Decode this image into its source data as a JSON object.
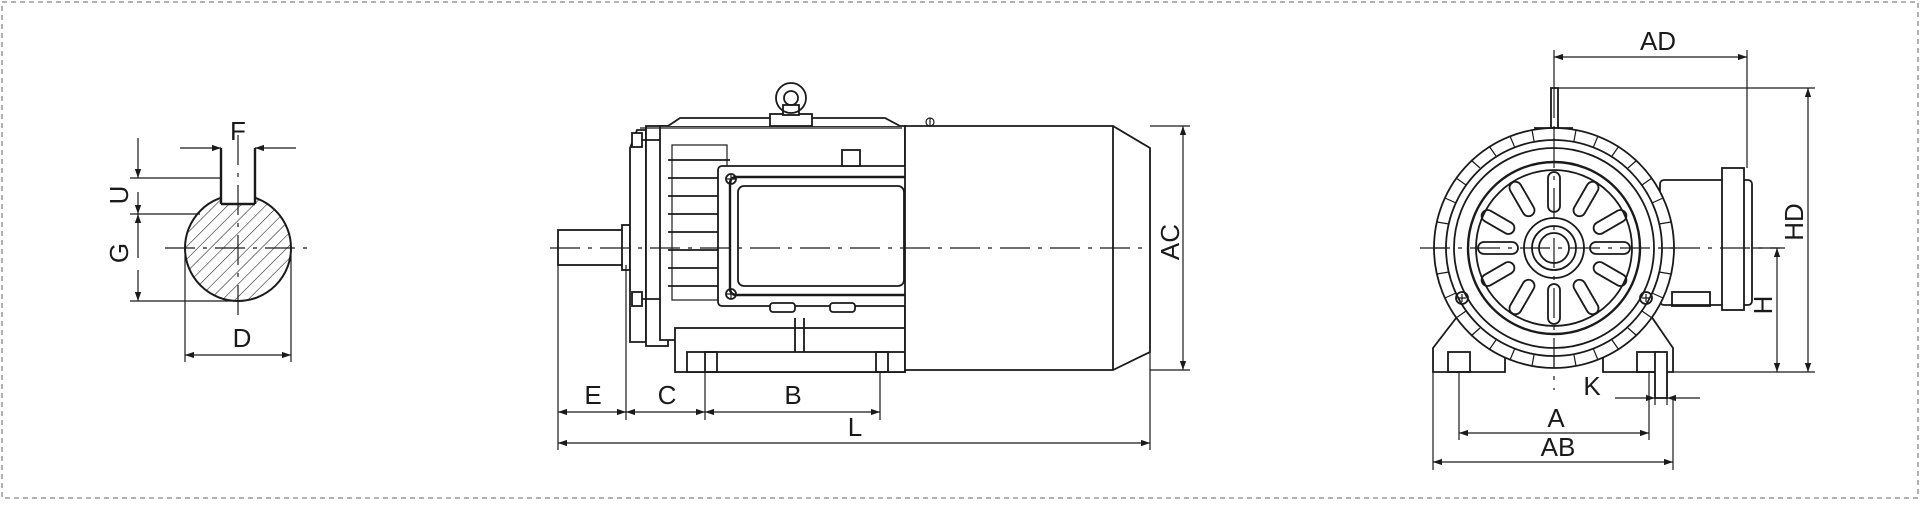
{
  "diagram": {
    "shaft_section": {
      "labels": {
        "f": "F",
        "u": "U",
        "g": "G",
        "d": "D"
      }
    },
    "side_view": {
      "labels": {
        "e": "E",
        "c": "C",
        "b": "B",
        "l": "L",
        "ac": "AC"
      }
    },
    "end_view": {
      "labels": {
        "ad": "AD",
        "hd": "HD",
        "h": "H",
        "k": "K",
        "a": "A",
        "ab": "AB"
      }
    },
    "colors": {
      "line": "#1a1a1a",
      "background": "#ffffff",
      "frame": "#999999"
    }
  }
}
